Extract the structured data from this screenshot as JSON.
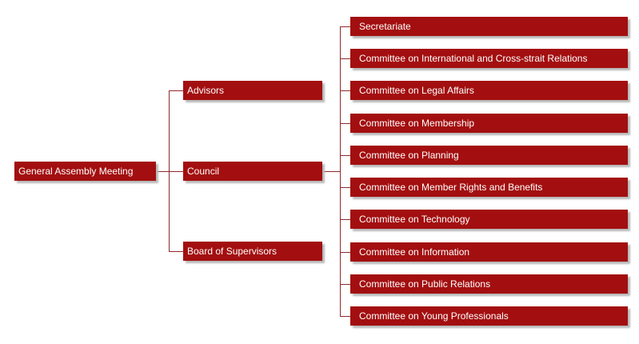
{
  "diagram": {
    "root": {
      "label": "General Assembly Meeting",
      "children": [
        {
          "label": "Advisors"
        },
        {
          "label": "Council",
          "children": [
            {
              "label": "Secretariate"
            },
            {
              "label": "Committee on International and Cross-strait Relations"
            },
            {
              "label": "Committee on Legal Affairs"
            },
            {
              "label": "Committee on Membership"
            },
            {
              "label": "Committee on Planning"
            },
            {
              "label": "Committee on Member Rights and Benefits"
            },
            {
              "label": "Committee on Technology"
            },
            {
              "label": "Committee on Information"
            },
            {
              "label": "Committee on Public Relations"
            },
            {
              "label": "Committee on Young Professionals"
            }
          ]
        },
        {
          "label": "Board of Supervisors"
        }
      ]
    },
    "colors": {
      "box_fill": "#a30f10",
      "box_text": "#ffffff",
      "connector": "#8e2a2a",
      "shadow": "#b8b8b8"
    }
  }
}
